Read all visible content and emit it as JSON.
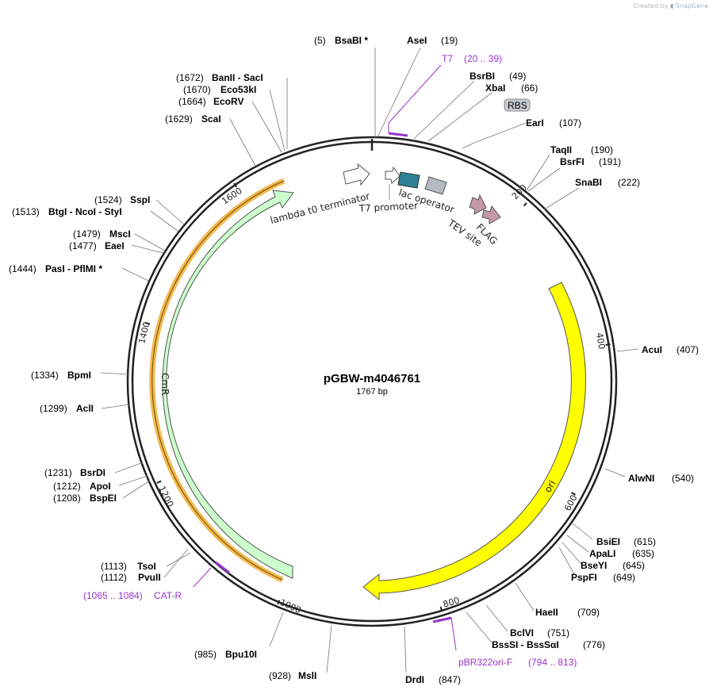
{
  "credit": {
    "prefix": "Created by",
    "brand": "SnapGene"
  },
  "plasmid": {
    "name": "pGBW-m4046761",
    "length_label": "1767 bp",
    "length": 1767
  },
  "ticks": [
    {
      "bp": 200,
      "label": "200"
    },
    {
      "bp": 400,
      "label": "400"
    },
    {
      "bp": 600,
      "label": "600"
    },
    {
      "bp": 800,
      "label": "800"
    },
    {
      "bp": 1000,
      "label": "1000"
    },
    {
      "bp": 1200,
      "label": "1200"
    },
    {
      "bp": 1400,
      "label": "1400"
    },
    {
      "bp": 1600,
      "label": "1600"
    }
  ],
  "sites": [
    {
      "name": "BsaBI *",
      "pos": "(5)",
      "bp": 5
    },
    {
      "name": "AseI",
      "pos": "(19)",
      "bp": 19
    },
    {
      "name": "BsrBI",
      "pos": "(49)",
      "bp": 49
    },
    {
      "name": "XbaI",
      "pos": "(66)",
      "bp": 66
    },
    {
      "name": "EarI",
      "pos": "(107)",
      "bp": 107
    },
    {
      "name": "TaqII",
      "pos": "(190)",
      "bp": 190
    },
    {
      "name": "BsrFI",
      "pos": "(191)",
      "bp": 191
    },
    {
      "name": "SnaBI",
      "pos": "(222)",
      "bp": 222
    },
    {
      "name": "AcuI",
      "pos": "(407)",
      "bp": 407
    },
    {
      "name": "AlwNI",
      "pos": "(540)",
      "bp": 540
    },
    {
      "name": "BsiEI",
      "pos": "(615)",
      "bp": 615
    },
    {
      "name": "ApaLI",
      "pos": "(635)",
      "bp": 635
    },
    {
      "name": "BseYI",
      "pos": "(645)",
      "bp": 645
    },
    {
      "name": "PspFI",
      "pos": "(649)",
      "bp": 649
    },
    {
      "name": "HaeII",
      "pos": "(709)",
      "bp": 709
    },
    {
      "name": "BclVI",
      "pos": "(751)",
      "bp": 751
    },
    {
      "name": "BssSI - BssSαI",
      "pos": "(776)",
      "bp": 776
    },
    {
      "name": "DrdI",
      "pos": "(847)",
      "bp": 847
    },
    {
      "name": "MslI",
      "pos": "(928)",
      "bp": 928
    },
    {
      "name": "Bpu10I",
      "pos": "(985)",
      "bp": 985
    },
    {
      "name": "PvuII",
      "pos": "(1112)",
      "bp": 1112
    },
    {
      "name": "TsoI",
      "pos": "(1113)",
      "bp": 1113
    },
    {
      "name": "BspEI",
      "pos": "(1208)",
      "bp": 1208
    },
    {
      "name": "ApoI",
      "pos": "(1212)",
      "bp": 1212
    },
    {
      "name": "BsrDI",
      "pos": "(1231)",
      "bp": 1231
    },
    {
      "name": "AclI",
      "pos": "(1299)",
      "bp": 1299
    },
    {
      "name": "BpmI",
      "pos": "(1334)",
      "bp": 1334
    },
    {
      "name": "PasI - PflMI *",
      "pos": "(1444)",
      "bp": 1444
    },
    {
      "name": "EaeI",
      "pos": "(1477)",
      "bp": 1477
    },
    {
      "name": "MscI",
      "pos": "(1479)",
      "bp": 1479
    },
    {
      "name": "BtgI - NcoI - StyI",
      "pos": "(1513)",
      "bp": 1513
    },
    {
      "name": "SspI",
      "pos": "(1524)",
      "bp": 1524
    },
    {
      "name": "ScaI",
      "pos": "(1629)",
      "bp": 1629
    },
    {
      "name": "EcoRV",
      "pos": "(1664)",
      "bp": 1664
    },
    {
      "name": "Eco53kI",
      "pos": "(1670)",
      "bp": 1670
    },
    {
      "name": "BanII - SacI",
      "pos": "(1672)",
      "bp": 1672
    }
  ],
  "primers": [
    {
      "name": "T7",
      "range": "(20 .. 39)"
    },
    {
      "name": "pBR322ori-F",
      "range": "(794 .. 813)"
    },
    {
      "name": "CAT-R",
      "range": "(1065 .. 1084)"
    }
  ],
  "features": [
    {
      "name": "ori",
      "color": "#ffff00"
    },
    {
      "name": "CmR",
      "color": "#ccffcc"
    },
    {
      "name": "lambda t0 terminator",
      "color": "#ffffff"
    },
    {
      "name": "T7 promoter",
      "color": "#ffffff"
    },
    {
      "name": "lac operator",
      "color": "#2e8098"
    },
    {
      "name": "RBS",
      "color": "#b4bac0"
    },
    {
      "name": "TEV site",
      "color": "#c699a7"
    },
    {
      "name": "FLAG",
      "color": "#c699a7"
    }
  ],
  "colors": {
    "primer": "#9933cc",
    "backbone": "#222222",
    "cmr_highlight": "#f2b84b"
  }
}
